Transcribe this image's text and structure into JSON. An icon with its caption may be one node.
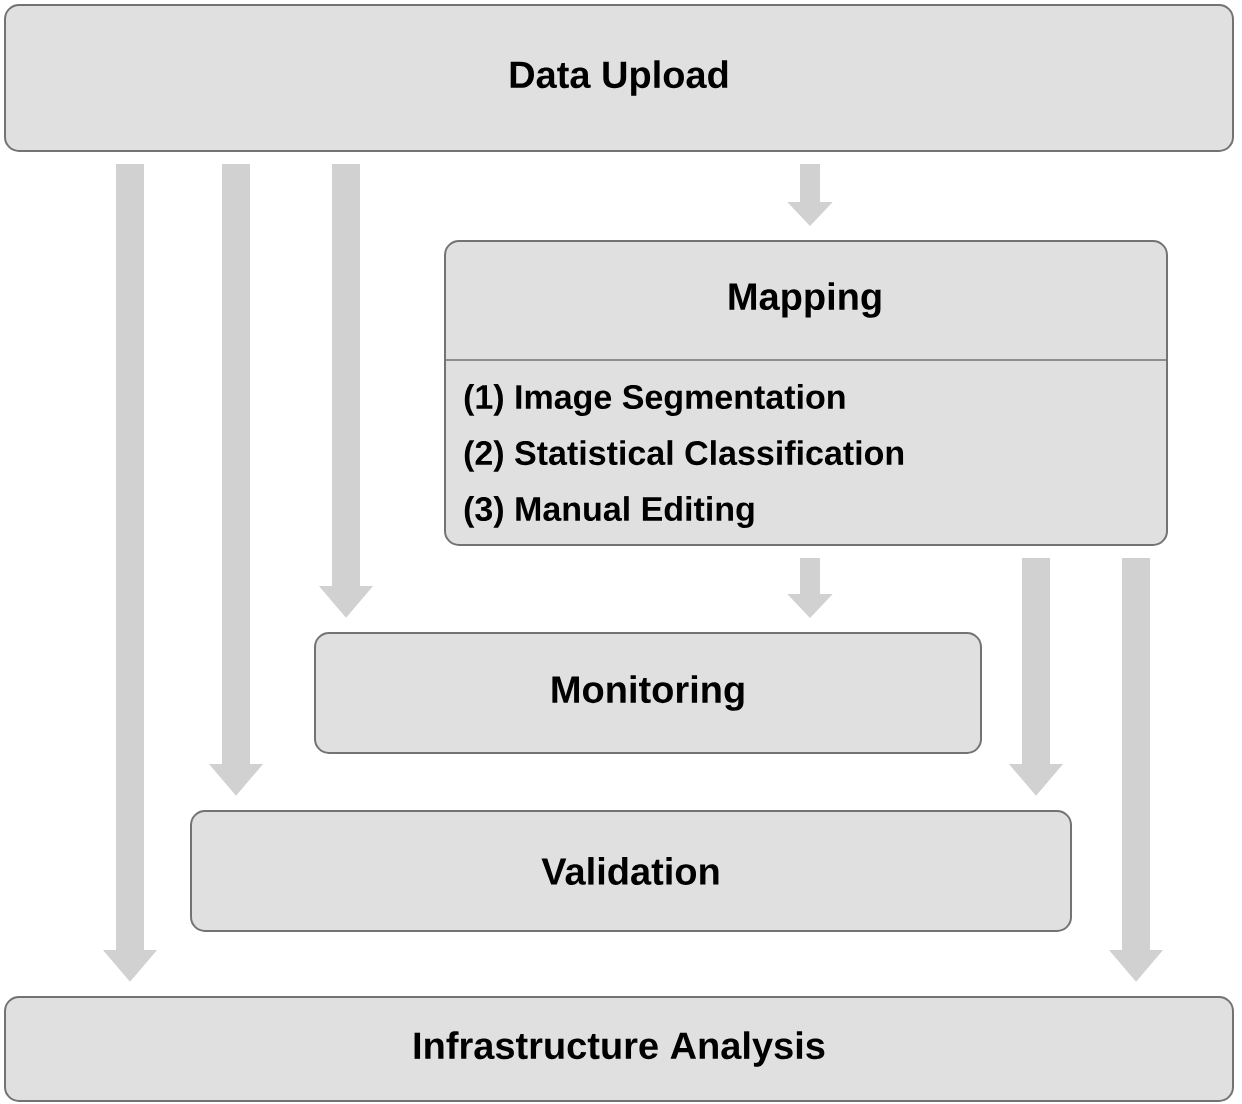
{
  "diagram": {
    "nodes": [
      {
        "text": [
          "Data Upload"
        ]
      },
      {
        "text": [
          "Mapping",
          "(1) Image Segmentation",
          "(2) Statistical Classification",
          "(3) Manual Editing"
        ]
      },
      {
        "text": [
          "Monitoring"
        ]
      },
      {
        "text": [
          "Validation"
        ]
      },
      {
        "text": [
          "Infrastructure Analysis"
        ]
      }
    ],
    "edges": [
      {
        "from": 0,
        "to": 4,
        "arrow": "to"
      },
      {
        "from": 0,
        "to": 3,
        "arrow": "to"
      },
      {
        "from": 0,
        "to": 2,
        "arrow": "to"
      },
      {
        "from": 0,
        "to": 1,
        "arrow": "to"
      },
      {
        "from": 1,
        "to": 2,
        "arrow": "to"
      },
      {
        "from": 1,
        "to": 3,
        "arrow": "to"
      },
      {
        "from": 1,
        "to": 4,
        "arrow": "to"
      }
    ]
  }
}
